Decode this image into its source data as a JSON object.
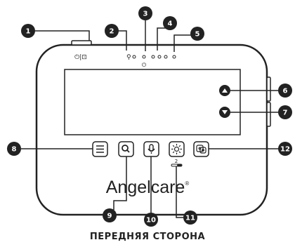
{
  "device": {
    "power_label": "⏻|⊡",
    "mic_label": "⏻",
    "brand": "Angelcare",
    "brand_mark": "®",
    "volume_label": "2"
  },
  "callouts": [
    {
      "number": "1"
    },
    {
      "number": "2"
    },
    {
      "number": "3"
    },
    {
      "number": "4"
    },
    {
      "number": "5"
    },
    {
      "number": "6"
    },
    {
      "number": "7"
    },
    {
      "number": "8"
    },
    {
      "number": "9"
    },
    {
      "number": "10"
    },
    {
      "number": "11"
    },
    {
      "number": "12"
    }
  ],
  "buttons": [
    {
      "icon": "menu-icon"
    },
    {
      "icon": "search-icon"
    },
    {
      "icon": "microphone-icon"
    },
    {
      "icon": "brightness-icon"
    },
    {
      "icon": "camera-switch-icon"
    }
  ],
  "caption": "ПЕРЕДНЯЯ СТОРОНА"
}
